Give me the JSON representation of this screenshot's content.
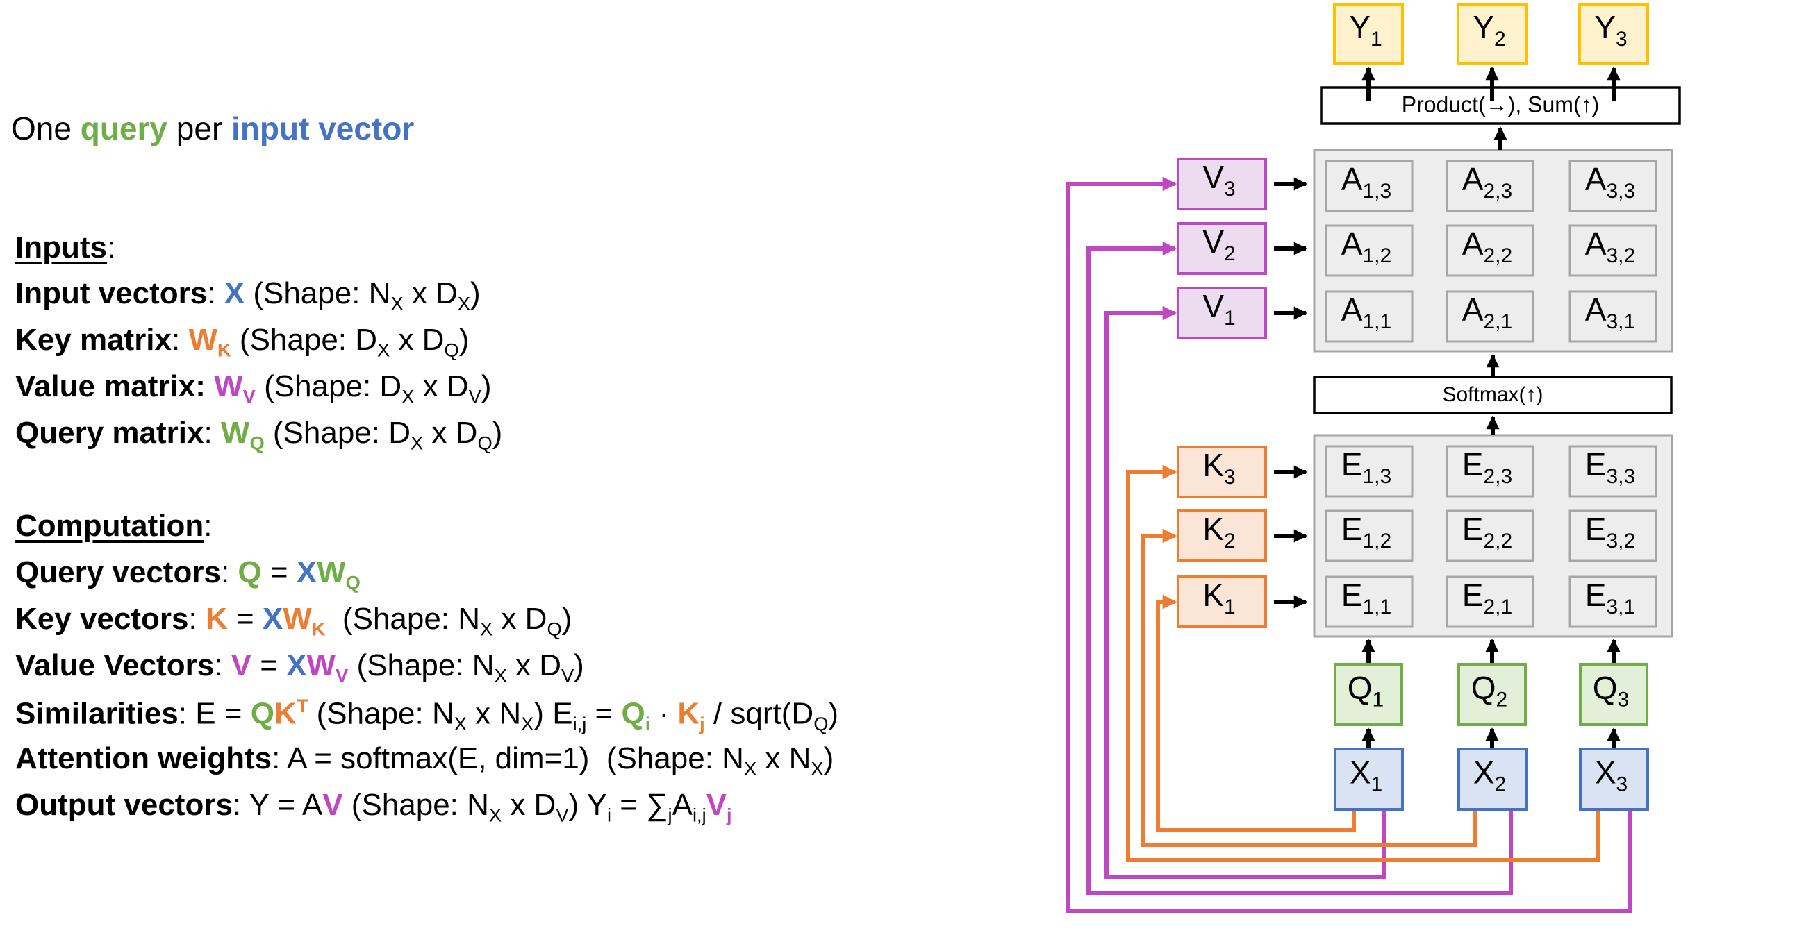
{
  "colors": {
    "query": "#70ad47",
    "input": "#4472c4",
    "key": "#ed7d31",
    "value": "#c047c4",
    "output": "#ffc000",
    "output_fill": "#fff2cc",
    "query_fill": "#e2efd9",
    "input_fill": "#dae3f3",
    "key_fill": "#fbe5d6",
    "value_fill": "#ecdcf0",
    "grid_fill": "#ededed",
    "grid_border": "#a6a6a6"
  },
  "headline": {
    "prefix": "One ",
    "query": "query",
    "middle": " per ",
    "input_vector": "input vector"
  },
  "inputs": {
    "title": "Inputs",
    "colon": ":",
    "rows": [
      {
        "label": "Input vectors",
        "sep": ": ",
        "sym": "X",
        "sym_sub": "",
        "color": "blue",
        "rest": " (Shape: N",
        "s1": "X",
        "mid": " x D",
        "s2": "X",
        "end": ")"
      },
      {
        "label": "Key matrix",
        "sep": ": ",
        "sym": "W",
        "sym_sub": "K",
        "color": "orange",
        "rest": " (Shape: D",
        "s1": "X",
        "mid": " x D",
        "s2": "Q",
        "end": ")"
      },
      {
        "label": "Value matrix:",
        "sep": " ",
        "sym": "W",
        "sym_sub": "V",
        "color": "purple",
        "rest": " (Shape: D",
        "s1": "X",
        "mid": " x D",
        "s2": "V",
        "end": ")"
      },
      {
        "label": "Query matrix",
        "sep": ": ",
        "sym": "W",
        "sym_sub": "Q",
        "color": "green",
        "rest": " (Shape: D",
        "s1": "X",
        "mid": " x D",
        "s2": "Q",
        "end": ")"
      }
    ]
  },
  "computation": {
    "title": "Computation",
    "colon": ":",
    "query_vectors": {
      "label": "Query vectors",
      "text": ": ",
      "Q": "Q",
      "eq": " = ",
      "X": "X",
      "W": "W",
      "W_sub": "Q"
    },
    "key_vectors": {
      "label": "Key vectors",
      "text": ": ",
      "K": "K",
      "eq": " = ",
      "X": "X",
      "W": "W",
      "W_sub": "K",
      "shape_a": "  (Shape: N",
      "s1": "X",
      "shape_b": " x D",
      "s2": "Q",
      "shape_c": ")"
    },
    "value_vectors": {
      "label": "Value Vectors",
      "text": ": ",
      "V": "V",
      "eq": " = ",
      "X": "X",
      "W": "W",
      "W_sub": "V",
      "shape_a": " (Shape: N",
      "s1": "X",
      "shape_b": " x D",
      "s2": "V",
      "shape_c": ")"
    },
    "similarities": {
      "label": "Similarities",
      "text": ": E = ",
      "Q": "Q",
      "K": "K",
      "T": "T",
      "shape_a": " (Shape: N",
      "s1": "X",
      "shape_b": " x N",
      "s2": "X",
      "shape_c": ") E",
      "eij": "i,j",
      "eq": " = ",
      "Qi": "Q",
      "i": "i",
      "dot": " · ",
      "Kj": "K",
      "j": "j",
      "tail": " / sqrt(D",
      "dq": "Q",
      "close": ")"
    },
    "attention": {
      "label": "Attention weights",
      "text": ": A = softmax(E, dim=1)  (Shape: N",
      "s1": "X",
      "shape_b": " x N",
      "s2": "X",
      "close": ")"
    },
    "output": {
      "label": "Output vectors",
      "text": ": Y = A",
      "V": "V",
      "shape_a": " (Shape: N",
      "s1": "X",
      "shape_b": " x D",
      "s2": "V",
      "shape_c": ") Y",
      "yi": "i",
      "eq": " = ∑",
      "j1": "j",
      "A": "A",
      "aij": "i,j",
      "Vj": "V",
      "j2": "j"
    }
  },
  "diagram": {
    "product_label": "Product(→),  Sum(↑)",
    "softmax_label": "Softmax(↑)",
    "outputs": [
      {
        "base": "Y",
        "sub": "1"
      },
      {
        "base": "Y",
        "sub": "2"
      },
      {
        "base": "Y",
        "sub": "3"
      }
    ],
    "values": [
      {
        "base": "V",
        "sub": "3"
      },
      {
        "base": "V",
        "sub": "2"
      },
      {
        "base": "V",
        "sub": "1"
      }
    ],
    "keys": [
      {
        "base": "K",
        "sub": "3"
      },
      {
        "base": "K",
        "sub": "2"
      },
      {
        "base": "K",
        "sub": "1"
      }
    ],
    "queries": [
      {
        "base": "Q",
        "sub": "1"
      },
      {
        "base": "Q",
        "sub": "2"
      },
      {
        "base": "Q",
        "sub": "3"
      }
    ],
    "inputs": [
      {
        "base": "X",
        "sub": "1"
      },
      {
        "base": "X",
        "sub": "2"
      },
      {
        "base": "X",
        "sub": "3"
      }
    ],
    "attention_grid": [
      [
        {
          "base": "A",
          "sub": "1,3"
        },
        {
          "base": "A",
          "sub": "2,3"
        },
        {
          "base": "A",
          "sub": "3,3"
        }
      ],
      [
        {
          "base": "A",
          "sub": "1,2"
        },
        {
          "base": "A",
          "sub": "2,2"
        },
        {
          "base": "A",
          "sub": "3,2"
        }
      ],
      [
        {
          "base": "A",
          "sub": "1,1"
        },
        {
          "base": "A",
          "sub": "2,1"
        },
        {
          "base": "A",
          "sub": "3,1"
        }
      ]
    ],
    "similarity_grid": [
      [
        {
          "base": "E",
          "sub": "1,3"
        },
        {
          "base": "E",
          "sub": "2,3"
        },
        {
          "base": "E",
          "sub": "3,3"
        }
      ],
      [
        {
          "base": "E",
          "sub": "1,2"
        },
        {
          "base": "E",
          "sub": "2,2"
        },
        {
          "base": "E",
          "sub": "3,2"
        }
      ],
      [
        {
          "base": "E",
          "sub": "1,1"
        },
        {
          "base": "E",
          "sub": "2,1"
        },
        {
          "base": "E",
          "sub": "3,1"
        }
      ]
    ]
  }
}
